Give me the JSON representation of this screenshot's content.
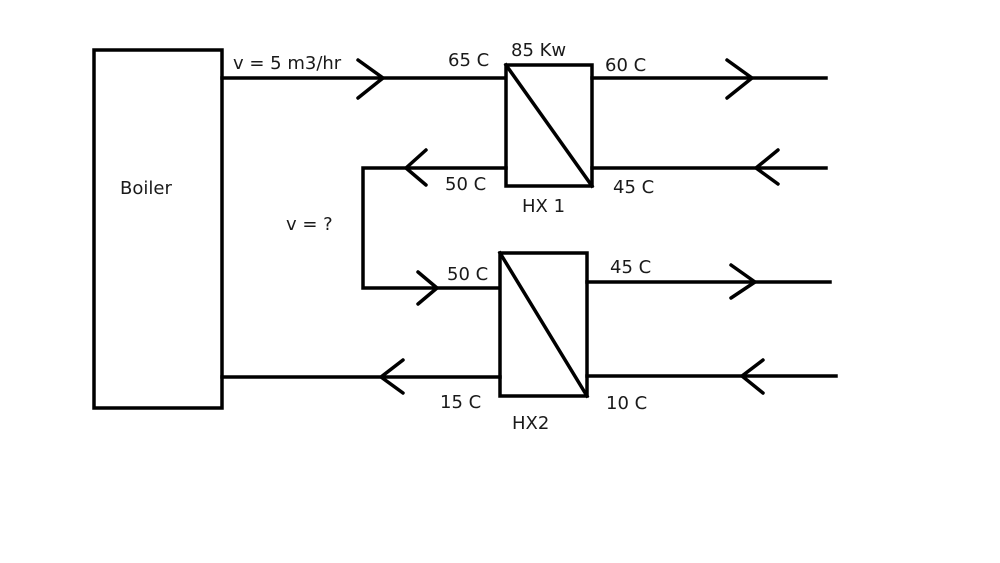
{
  "boiler": {
    "label": "Boiler"
  },
  "flows": {
    "supply_rate": "v = 5 m3/hr",
    "unknown_rate": "v = ?"
  },
  "hx1": {
    "name": "HX 1",
    "power": "85 Kw",
    "primary_in_temp": "65 C",
    "primary_out_temp": "50 C",
    "secondary_out_temp": "60 C",
    "secondary_in_temp": "45 C"
  },
  "hx2": {
    "name": "HX2",
    "primary_in_temp": "50 C",
    "primary_out_temp": "15 C",
    "secondary_out_temp": "45 C",
    "secondary_in_temp": "10 C"
  }
}
